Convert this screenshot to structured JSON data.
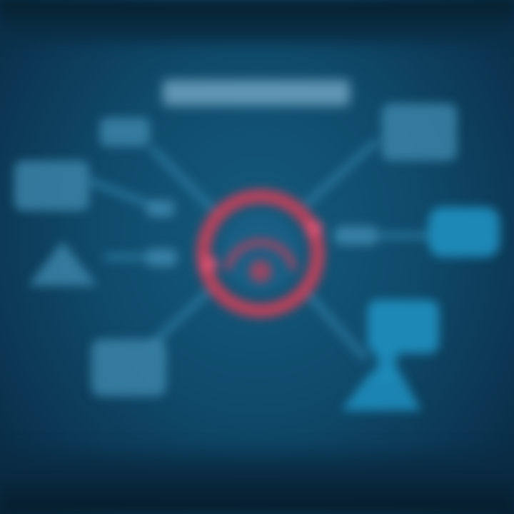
{
  "diagram": {
    "title": "",
    "hub": {
      "icon": "hub-ring-icon",
      "color": "#c2405a"
    },
    "nodes": [
      {
        "id": "node-top-left",
        "label": "",
        "icon": "blurred-label-icon"
      },
      {
        "id": "node-left-upper",
        "label": "",
        "icon": "blurred-label-icon"
      },
      {
        "id": "node-left-lower",
        "label": "",
        "icon": "triangle-icon"
      },
      {
        "id": "node-bottom-left",
        "label": "",
        "icon": "blurred-label-icon"
      },
      {
        "id": "node-top-right",
        "label": "",
        "icon": "blurred-label-icon"
      },
      {
        "id": "node-right",
        "label": "",
        "icon": "blurred-label-icon"
      },
      {
        "id": "node-bottom-right",
        "label": "",
        "icon": "blurred-label-icon"
      },
      {
        "id": "node-bottom-right-low",
        "label": "",
        "icon": "blurred-label-icon"
      }
    ],
    "colors": {
      "background": "#0f4a6a",
      "line": "#2f7fa8",
      "node": "#3f87ad",
      "node_bright": "#1f8fbf",
      "accent": "#c2405a"
    }
  }
}
